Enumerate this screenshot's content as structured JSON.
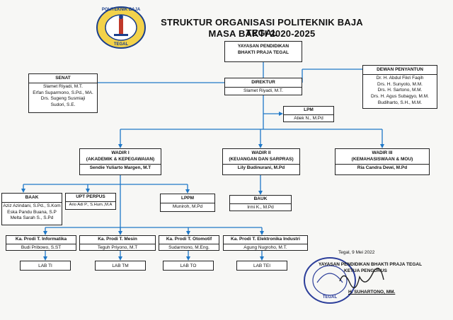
{
  "header": {
    "logo_text_top": "POLITEKNIK BAJA",
    "logo_text_bottom": "TEGAL",
    "title_line1": "STRUKTUR ORGANISASI POLITEKNIK BAJA TEGAL",
    "title_line2": "MASA BAKTI 2020-2025"
  },
  "yayasan": {
    "line1": "YAYASAN PENDIDIKAN",
    "line2": "BHAKTI PRAJA TEGAL"
  },
  "senat": {
    "title": "SENAT",
    "members": [
      "Slamet Riyadi, M.T.",
      "Erfan Suparmono, S.Pd., MA.",
      "Drs. Sugeng Susmiaji",
      "Sudori, S.E."
    ]
  },
  "dewan": {
    "title": "DEWAN PENYANTUN",
    "members": [
      "Dr. H. Abdul Fikri Faqih",
      "Drs. H. Sunyoto, M.M.",
      "Drs. H. Sartono, M.M.",
      "Drs. H. Agus Subagyo, M.M.",
      "Budiharto, S.H., M.M."
    ]
  },
  "direktur": {
    "title": "DIREKTUR",
    "name": "Slamet Riyadi, M.T."
  },
  "lpm": {
    "title": "LPM",
    "name": "Atiek N., M.Pd"
  },
  "wadir1": {
    "title": "WADIR I",
    "sub": "(AKADEMIK & KEPEGAWAIAN)",
    "name": "Sendie Yuliarto Margen, M.T"
  },
  "wadir2": {
    "title": "WADIR II",
    "sub": "(KEUANGAN DAN SARPRAS)",
    "name": "Lily Budinurani, M.Pd"
  },
  "wadir3": {
    "title": "WADIR III",
    "sub": "(KEMAHASISWAAN & MOU)",
    "name": "Ria Candra Dewi, M.Pd"
  },
  "baak": {
    "title": "BAAK",
    "members": [
      "Aziz Azindani, S.Pd., S.Kom",
      "Eska Pandu Buana, S.P",
      "Melta Sarah S., S.Pd"
    ]
  },
  "upt": {
    "title": "UPT PERPUS",
    "name": "Ario Adi P., S.Hum.,M.A"
  },
  "lppm": {
    "title": "LPPM",
    "name": "Muniroh, M.Pd"
  },
  "bauk": {
    "title": "BAUK",
    "name": "Irmi K., M.Pd"
  },
  "prodi": [
    {
      "title": "Ka. Prodi T. Informatika",
      "name": "Budi Pribowo, S.ST",
      "lab": "LAB TI"
    },
    {
      "title": "Ka. Prodi T. Mesin",
      "name": "Teguh Priyono, M.T",
      "lab": "LAB TM"
    },
    {
      "title": "Ka. Prodi T. Otomotif",
      "name": "Sudarmono, M.Eng.",
      "lab": "LAB TO"
    },
    {
      "title": "Ka. Prodi T. Elektronika Industri",
      "name": "Agung Nugroho, M.T.",
      "lab": "LAB TEI"
    }
  ],
  "signature": {
    "date": "Tegal, 9 Mei 2022",
    "org": "YAYASAN PENDIDIKAN BHAKTI PRAJA TEGAL",
    "role": "KETUA PENGURUS",
    "name": "H. SUHARTONO, MM.",
    "stamp_text": "TEGAL"
  }
}
